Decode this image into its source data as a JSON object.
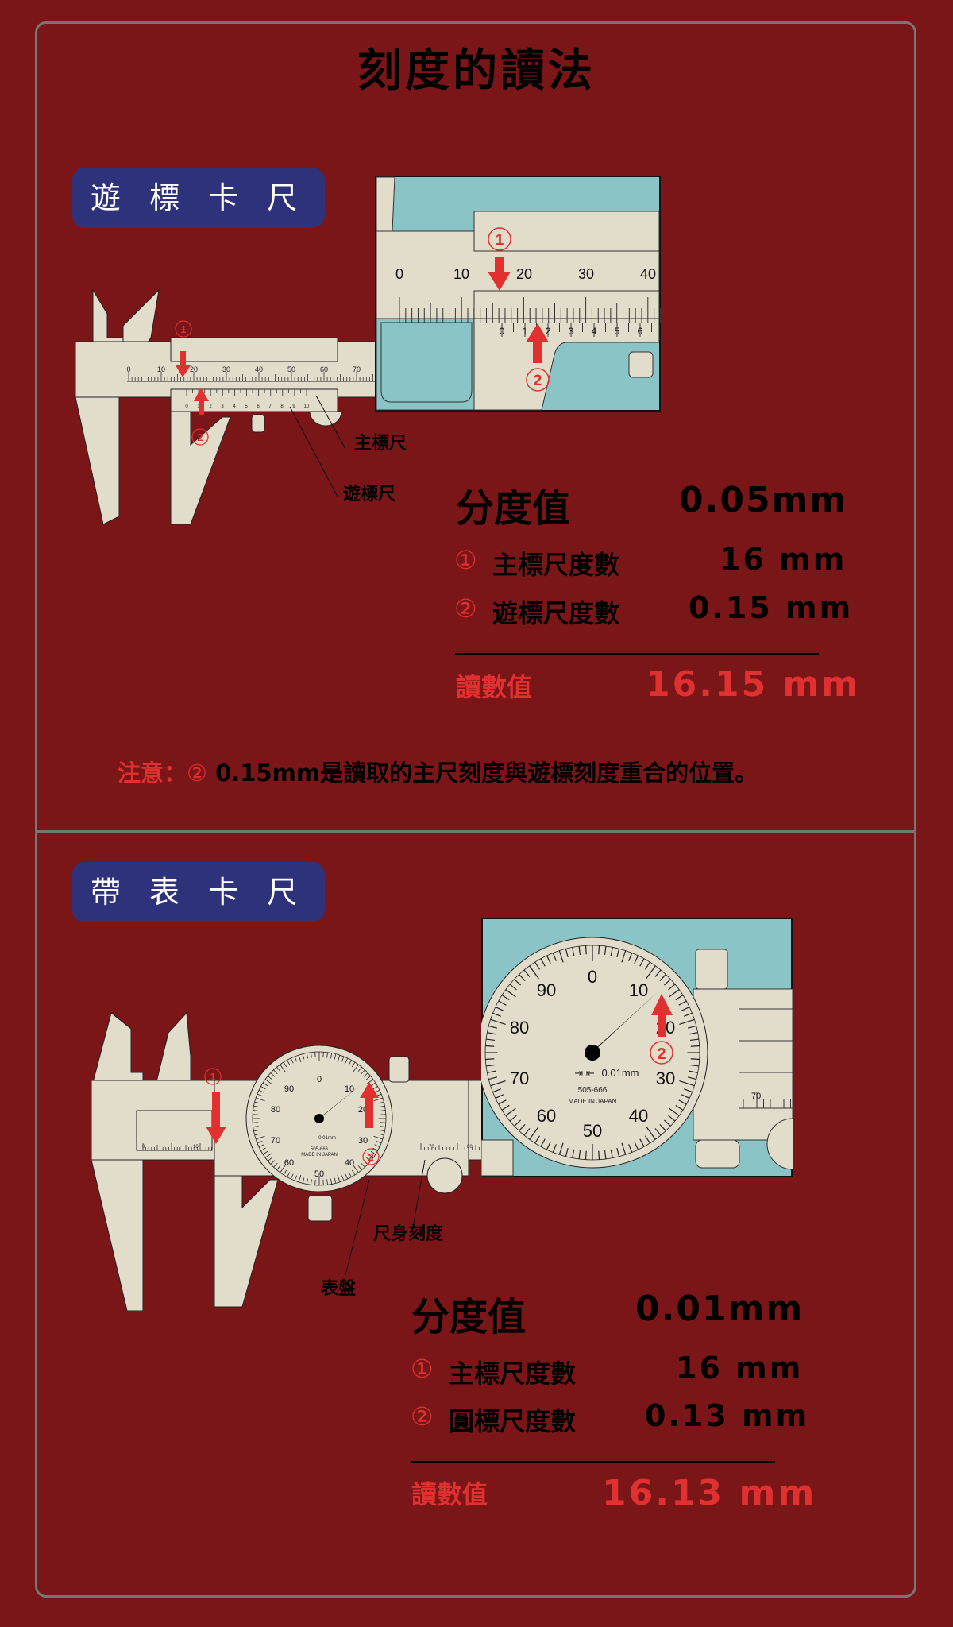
{
  "title": "刻度的讀法",
  "colors": {
    "background": "#7a1618",
    "frame": "#767676",
    "pill": "#2e327a",
    "accent_red": "#e03030",
    "caliper_body": "#e2dccb",
    "zoom_bg": "#8bc4c6"
  },
  "vernier": {
    "pill_label": "遊 標 卡 尺",
    "callouts": {
      "main_scale": "主標尺",
      "vernier_scale": "遊標尺"
    },
    "markers": {
      "one": "①",
      "two": "②"
    },
    "main_scale_ticks": [
      "0",
      "10",
      "20",
      "30",
      "40",
      "50",
      "60",
      "70"
    ],
    "vernier_scale_ticks": [
      "0",
      "1",
      "2",
      "3",
      "4",
      "5",
      "6",
      "7",
      "8",
      "9",
      "10"
    ],
    "zoom_main_ticks": [
      "0",
      "10",
      "20",
      "30",
      "40"
    ],
    "zoom_vernier_ticks": [
      "0",
      "1",
      "2",
      "3",
      "4",
      "5",
      "6"
    ],
    "spec": {
      "resolution_label": "分度值",
      "resolution_value": "0.05mm",
      "row1_marker": "①",
      "row1_label": "主標尺度數",
      "row1_value": "16 mm",
      "row2_marker": "②",
      "row2_label": "遊標尺度數",
      "row2_value": "0.15 mm",
      "reading_label": "讀數值",
      "reading_value": "16.15 mm"
    },
    "note": {
      "prefix": "注意：",
      "marker": "②",
      "text": " 0.15mm是讀取的主尺刻度與遊標刻度重合的位置。"
    }
  },
  "dial": {
    "pill_label": "帶 表 卡 尺",
    "callouts": {
      "beam_scale": "尺身刻度",
      "dial_face": "表盤"
    },
    "markers": {
      "one": "①",
      "two": "②"
    },
    "dial_numbers": [
      "0",
      "10",
      "20",
      "30",
      "40",
      "50",
      "60",
      "70",
      "80",
      "90"
    ],
    "dial_text": {
      "resolution": "0.01mm",
      "model": "505-666",
      "origin": "MADE IN JAPAN"
    },
    "beam_ticks": [
      "0",
      "10",
      "70",
      "80"
    ],
    "zoom_beam_tick": "70",
    "spec": {
      "resolution_label": "分度值",
      "resolution_value": "0.01mm",
      "row1_marker": "①",
      "row1_label": "主標尺度數",
      "row1_value": "16 mm",
      "row2_marker": "②",
      "row2_label": "圓標尺度數",
      "row2_value": "0.13 mm",
      "reading_label": "讀數值",
      "reading_value": "16.13 mm"
    }
  }
}
